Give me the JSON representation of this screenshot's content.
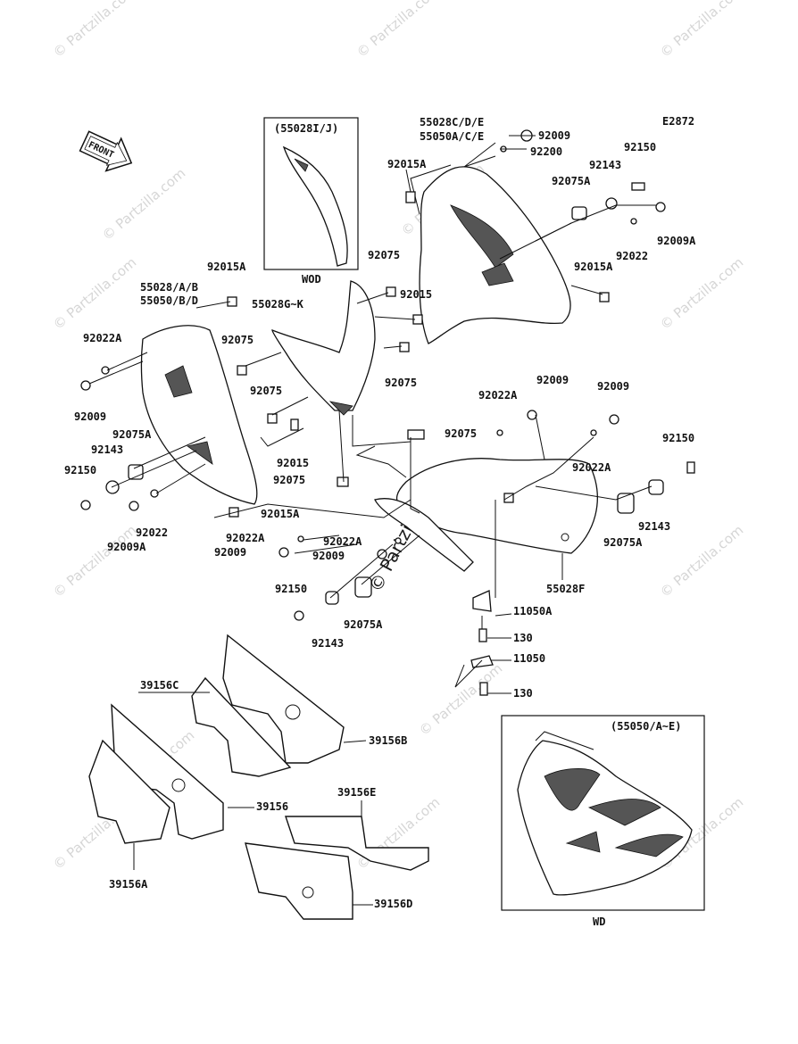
{
  "diagram_code": "E2872",
  "front_label": "FRONT",
  "watermark_text": "© Partzilla.com",
  "inset_boxes": [
    {
      "id": "top",
      "title": "(55028I/J)",
      "caption": "WOD"
    },
    {
      "id": "bottom",
      "title": "(55050/A~E)",
      "caption": "WD"
    }
  ],
  "labels": [
    "55028C/D/E",
    "55050A/C/E",
    "92009",
    "92200",
    "92015A",
    "92150",
    "92143",
    "92075A",
    "92009A",
    "92022",
    "92075",
    "92015A",
    "92015",
    "92075",
    "92015A",
    "55028/A/B",
    "55050/B/D",
    "55028G~K",
    "92022A",
    "92075",
    "92009",
    "92075",
    "92075A",
    "92015",
    "92143",
    "92150",
    "92075",
    "92075",
    "92009",
    "92022A",
    "92009",
    "92022A",
    "92150",
    "92009A",
    "92022",
    "92015A",
    "92022A",
    "92022A",
    "92009",
    "92009",
    "92143",
    "92075A",
    "55028F",
    "92150",
    "92143",
    "92075A",
    "11050A",
    "130",
    "11050",
    "130",
    "39156C",
    "39156B",
    "39156",
    "39156E",
    "39156A",
    "39156D"
  ]
}
